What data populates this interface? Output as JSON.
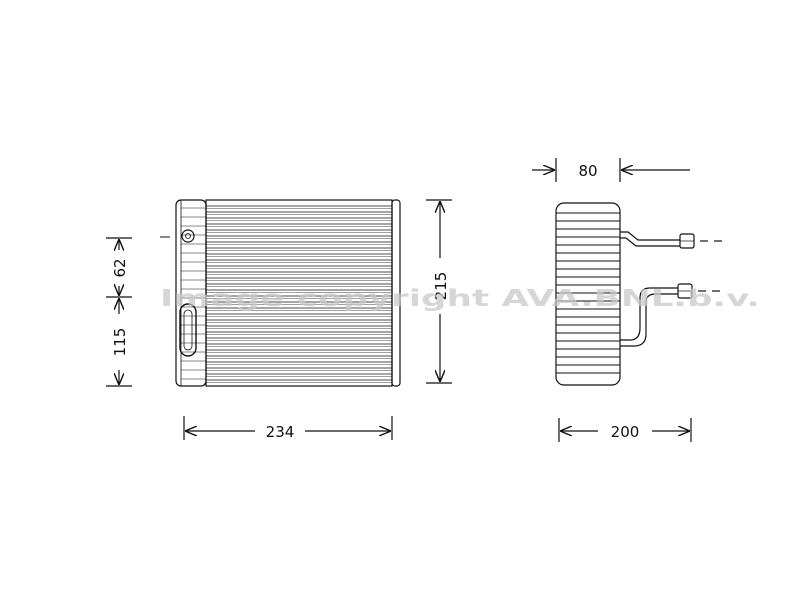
{
  "dimensions": {
    "width_main": "234",
    "height_main": "215",
    "left_upper": "62",
    "left_lower": "115",
    "depth_top": "80",
    "width_side": "200"
  },
  "watermark": "Image copyright AVA.BNL.b.v.",
  "colors": {
    "line": "#111111",
    "watermark": "#c9c9c9",
    "background": "#ffffff"
  }
}
